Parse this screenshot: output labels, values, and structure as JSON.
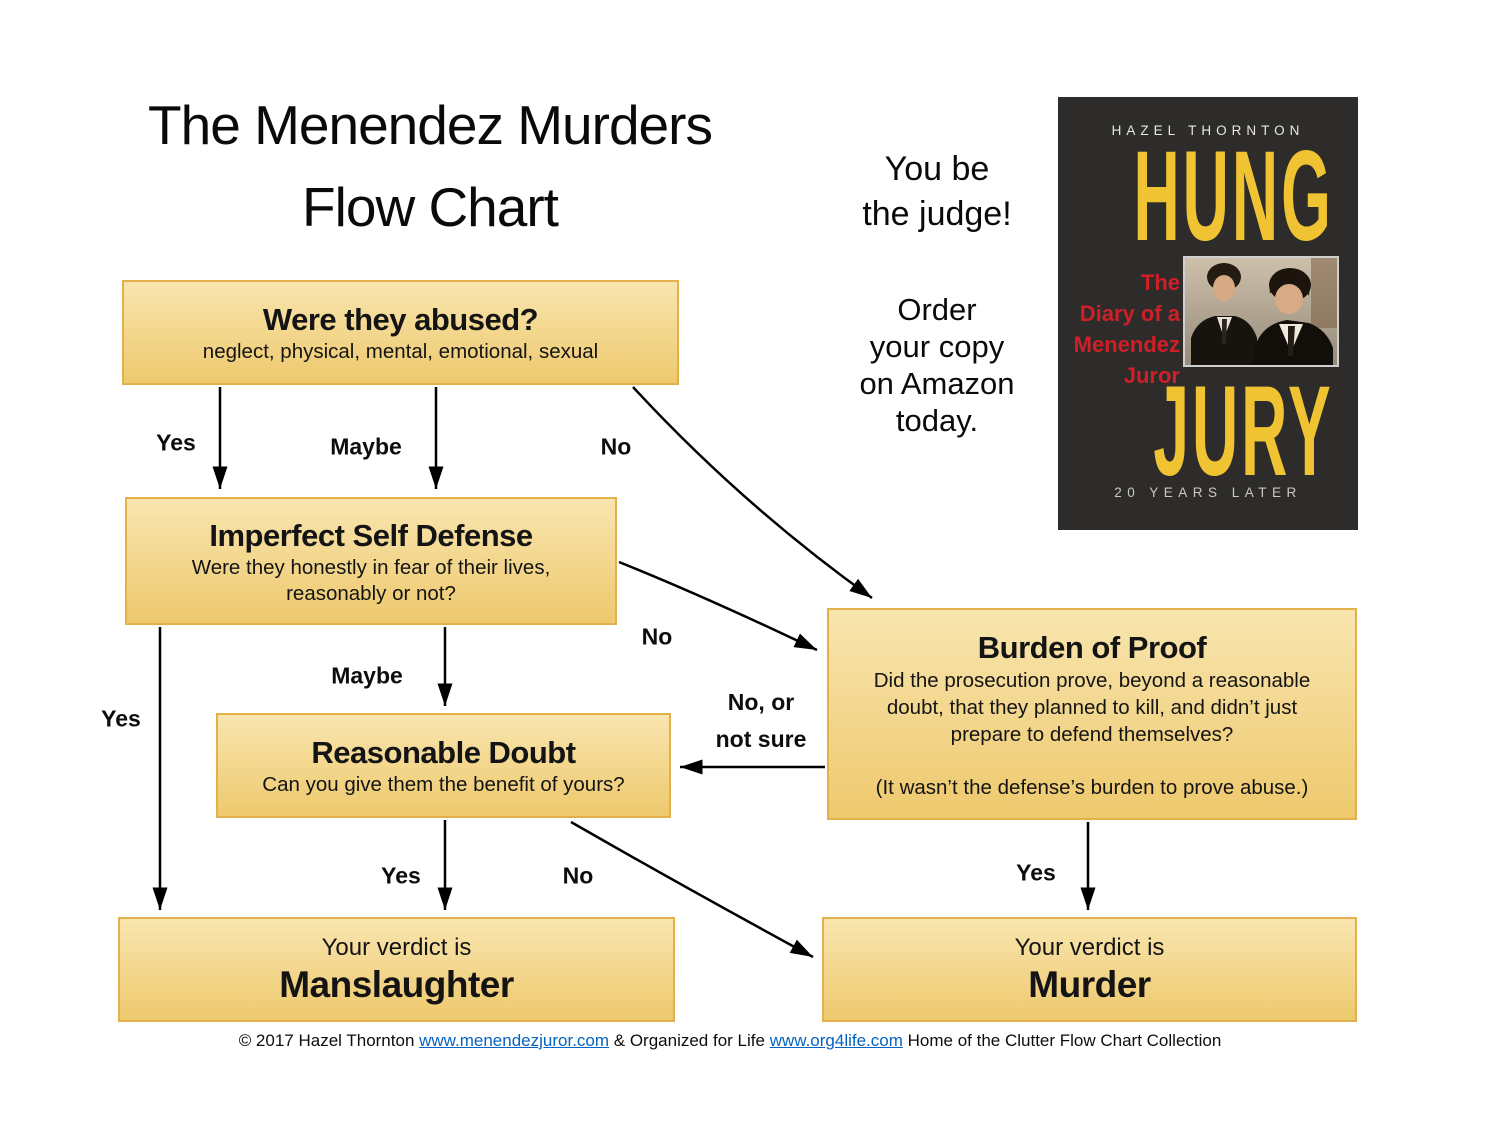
{
  "title": {
    "line1": "The Menendez Murders",
    "line2": "Flow Chart"
  },
  "promo": {
    "judge_line1": "You be",
    "judge_line2": "the judge!",
    "order_lines": [
      "Order",
      "your copy",
      "on Amazon",
      "today."
    ]
  },
  "book": {
    "author": "HAZEL THORNTON",
    "title_top": "HUNG",
    "subtitle_lines": [
      "The",
      "Diary of a",
      "Menendez",
      "Juror"
    ],
    "title_bottom": "JURY",
    "tagline": "20 YEARS LATER"
  },
  "flowchart": {
    "nodes": {
      "abused": {
        "title": "Were they abused?",
        "subtitle": "neglect, physical, mental, emotional, sexual"
      },
      "imperfect": {
        "title": "Imperfect Self Defense",
        "subtitle": "Were they honestly in fear of their lives, reasonably or not?"
      },
      "reasonable": {
        "title": "Reasonable Doubt",
        "subtitle": "Can you give them the benefit of yours?"
      },
      "burden": {
        "title": "Burden of Proof",
        "body": "Did the prosecution prove, beyond a reasonable doubt, that they planned to kill, and didn’t just prepare to defend themselves?",
        "note": "(It wasn’t the defense’s burden to prove abuse.)"
      },
      "manslaughter": {
        "prefix": "Your verdict is",
        "verdict": "Manslaughter"
      },
      "murder": {
        "prefix": "Your verdict is",
        "verdict": "Murder"
      }
    },
    "edge_labels": {
      "abused_yes": "Yes",
      "abused_maybe": "Maybe",
      "abused_no": "No",
      "imperfect_yes": "Yes",
      "imperfect_maybe": "Maybe",
      "imperfect_no": "No",
      "burden_to_reasonable_line1": "No, or",
      "burden_to_reasonable_line2": "not sure",
      "reasonable_yes": "Yes",
      "reasonable_no": "No",
      "burden_yes": "Yes"
    }
  },
  "footer": {
    "prefix": "© 2017 Hazel Thornton ",
    "link1": "www.menendezjuror.com",
    "middle": " & Organized for Life ",
    "link2": "www.org4life.com",
    "suffix": " Home of the Clutter Flow Chart Collection"
  },
  "colors": {
    "box_fill_top": "#f8e5af",
    "box_fill_bottom": "#eec96d",
    "box_border": "#e2b14c",
    "link_blue": "#0563c1",
    "book_background": "#2d2c2a",
    "book_yellow": "#efc331",
    "book_red": "#d01f27"
  }
}
